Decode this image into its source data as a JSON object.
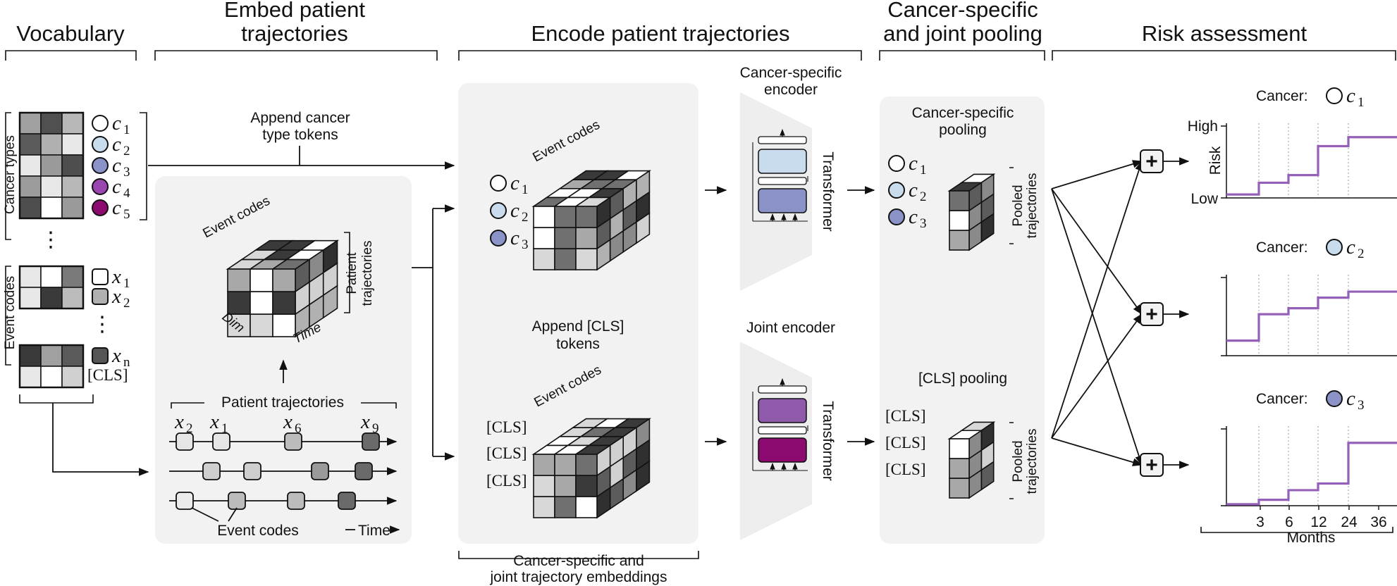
{
  "headers": {
    "vocabulary": "Vocabulary",
    "embed_1": "Embed patient",
    "embed_2": "trajectories",
    "encode": "Encode patient trajectories",
    "pool_1": "Cancer-specific",
    "pool_2": "and joint pooling",
    "risk": "Risk assessment"
  },
  "vocabulary": {
    "cancer_types_label": "Cancer types",
    "event_codes_label": "Event codes",
    "cancer_tokens": [
      {
        "sym": "c",
        "sub": "1",
        "color": "#ffffff"
      },
      {
        "sym": "c",
        "sub": "2",
        "color": "#c9dcee"
      },
      {
        "sym": "c",
        "sub": "3",
        "color": "#8a92c8"
      },
      {
        "sym": "c",
        "sub": "4",
        "color": "#9a46b0"
      },
      {
        "sym": "c",
        "sub": "5",
        "color": "#8c0a70"
      }
    ],
    "event_tokens": [
      {
        "sym": "x",
        "sub": "1",
        "color": "#ffffff"
      },
      {
        "sym": "x",
        "sub": "2",
        "color": "#b0b0b0"
      },
      {
        "sym": "x",
        "sub": "n",
        "color": "#555555"
      }
    ],
    "cls_token": "[CLS]",
    "ellipsis": "⋮"
  },
  "embed": {
    "append_label_1": "Append cancer",
    "append_label_2": "type tokens",
    "cube_event_codes": "Event codes",
    "cube_patient_1": "Patient",
    "cube_patient_2": "trajectories",
    "cube_dim": "Dim",
    "cube_time": "Time",
    "trajectories_label": "Patient trajectories",
    "seq_labels": [
      {
        "sym": "x",
        "sub": "2"
      },
      {
        "sym": "x",
        "sub": "1"
      },
      {
        "sym": "x",
        "sub": "6"
      },
      {
        "sym": "x",
        "sub": "9"
      }
    ],
    "event_codes_label": "Event codes",
    "time_label": "Time"
  },
  "encode": {
    "cube_event_codes": "Event codes",
    "append_cls_1": "Append [CLS]",
    "append_cls_2": "tokens",
    "cls_token": "[CLS]",
    "embeddings_1": "Cancer-specific and",
    "embeddings_2": "joint trajectory embeddings",
    "cancer_encoder_1": "Cancer-specific",
    "cancer_encoder_2": "encoder",
    "joint_encoder": "Joint encoder",
    "transformer": "Transformer",
    "tokens": [
      {
        "sym": "c",
        "sub": "1",
        "color": "#ffffff"
      },
      {
        "sym": "c",
        "sub": "2",
        "color": "#c9dcee"
      },
      {
        "sym": "c",
        "sub": "3",
        "color": "#8a92c8"
      }
    ],
    "cancer_block_colors": [
      "#c9dcee",
      "#8a92c8"
    ],
    "joint_block_colors": [
      "#8f5aaa",
      "#8c0a70"
    ]
  },
  "pooling": {
    "cancer_pooling_1": "Cancer-specific",
    "cancer_pooling_2": "pooling",
    "cls_pooling": "[CLS] pooling",
    "pooled_1": "Pooled",
    "pooled_2": "trajectories",
    "cls_token": "[CLS]"
  },
  "risk": {
    "plots": [
      {
        "title": "Cancer:",
        "sym": "c",
        "sub": "1",
        "color": "#ffffff",
        "steps": [
          0.05,
          0.22,
          0.33,
          0.75,
          0.88
        ],
        "y_high": "High",
        "y_low": "Low",
        "y_axis": "Risk"
      },
      {
        "title": "Cancer:",
        "sym": "c",
        "sub": "2",
        "color": "#c9dcee",
        "steps": [
          0.2,
          0.55,
          0.63,
          0.77,
          0.85
        ]
      },
      {
        "title": "Cancer:",
        "sym": "c",
        "sub": "3",
        "color": "#8a92c8",
        "steps": [
          0.02,
          0.08,
          0.21,
          0.3,
          0.85
        ]
      }
    ],
    "x_ticks": [
      "3",
      "6",
      "12",
      "24",
      "36"
    ],
    "x_label": "Months",
    "plus": "+"
  }
}
